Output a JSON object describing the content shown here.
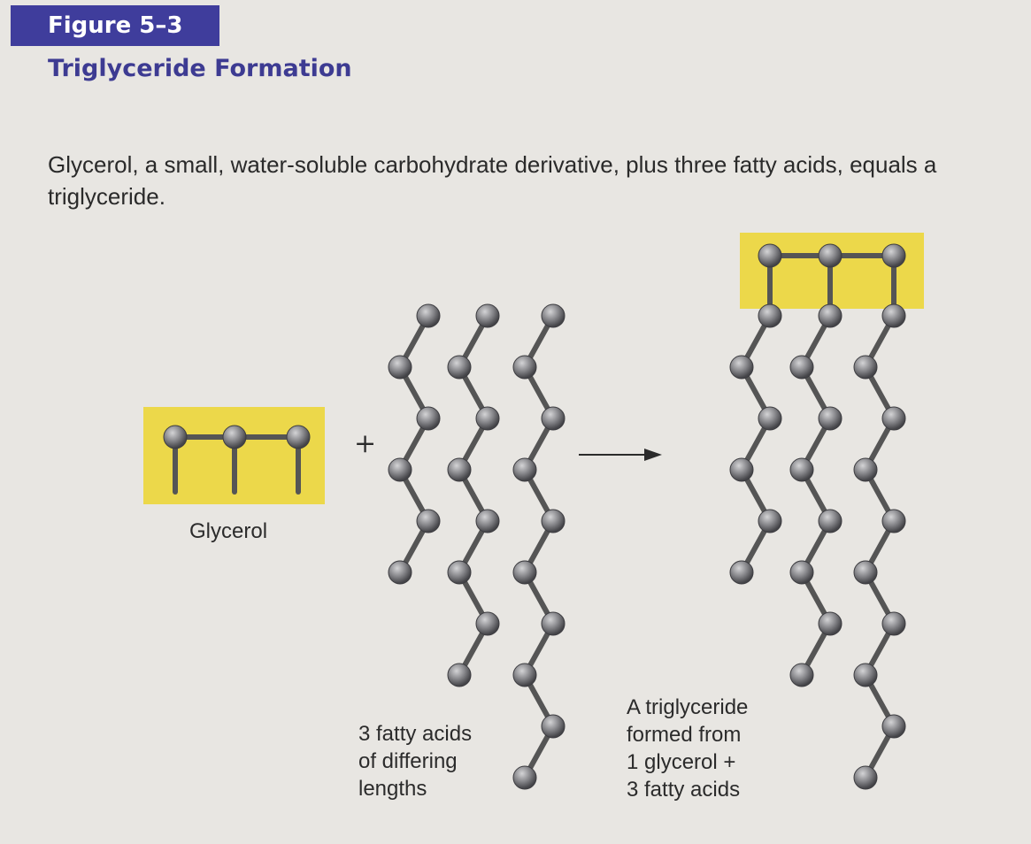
{
  "figure": {
    "label": "Figure 5–3",
    "title": "Triglyceride Formation",
    "caption": "Glycerol, a small, water-soluble carbohydrate derivative, plus three fatty acids, equals a triglyceride."
  },
  "labels": {
    "glycerol": "Glycerol",
    "plus": "+",
    "fatty_acids": [
      "3 fatty acids",
      "of differing",
      "lengths"
    ],
    "triglyceride": [
      "A triglyceride",
      "formed from",
      "1 glycerol +",
      "3 fatty acids"
    ]
  },
  "colors": {
    "figure_tag": "#3f3d9c",
    "title": "#3d3b92",
    "highlight": "#ecd84a",
    "atom": "#7e7e80",
    "bond": "#555555"
  }
}
